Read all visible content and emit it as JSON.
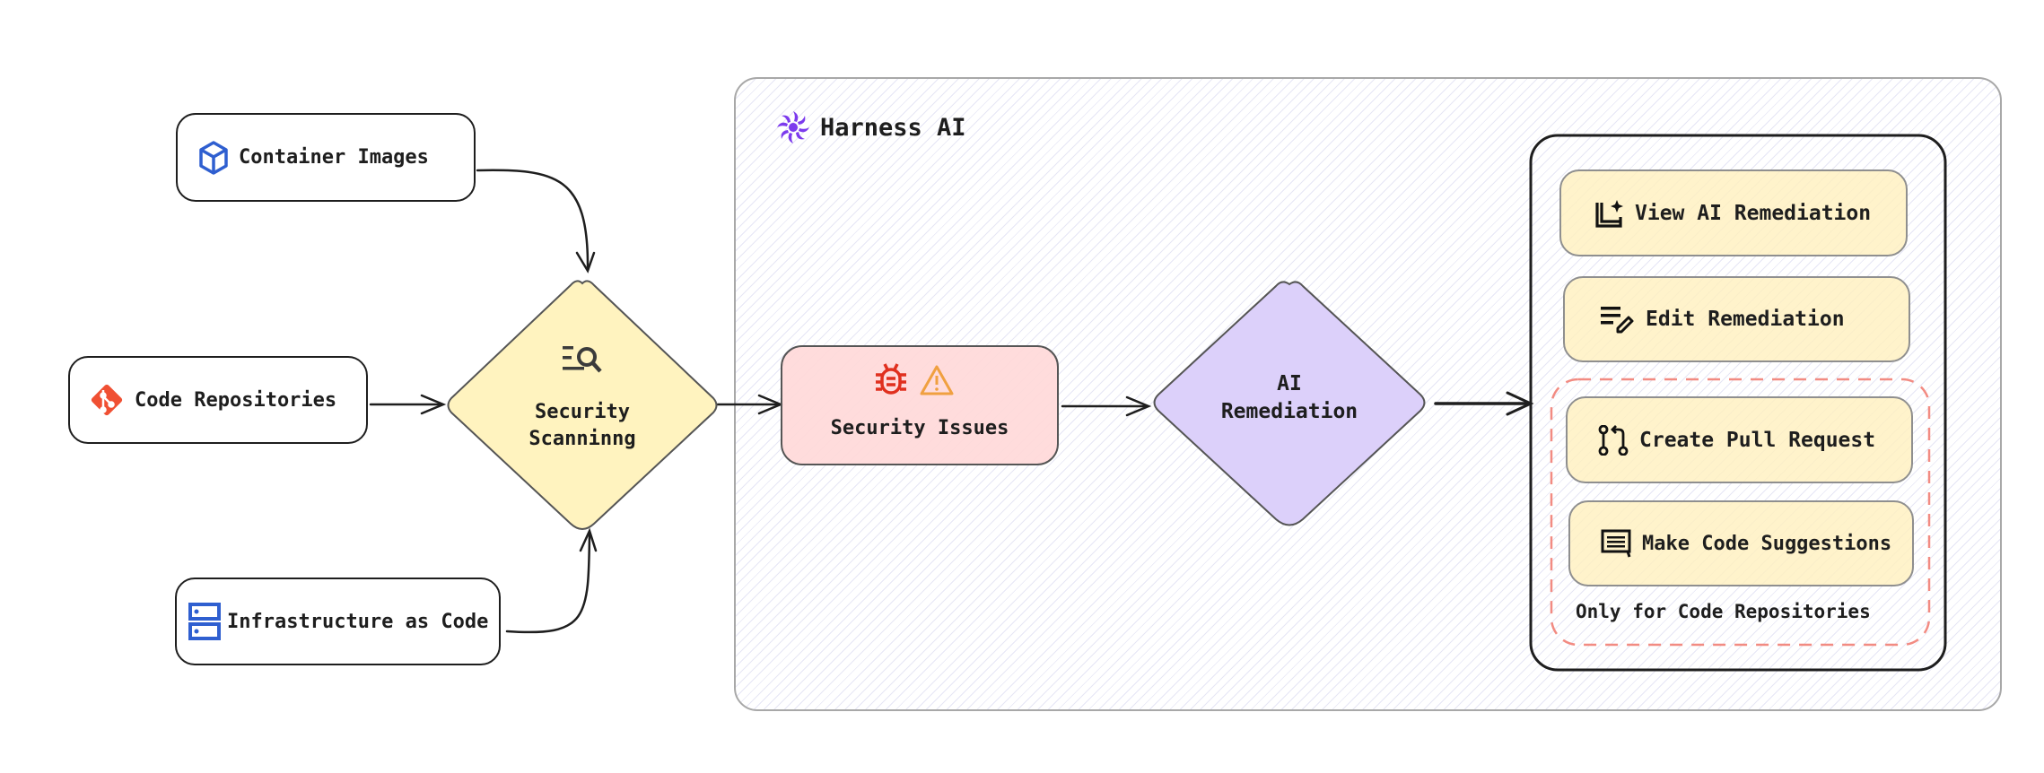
{
  "sources": [
    {
      "label": "Container Images",
      "icon": "box-icon",
      "color": "#2f5fd0"
    },
    {
      "label": "Code Repositories",
      "icon": "git-icon",
      "color": "#f05033"
    },
    {
      "label": "Infrastructure as Code",
      "icon": "server-icon",
      "color": "#2f5fd0"
    }
  ],
  "scanning": {
    "label_line1": "Security",
    "label_line2": "Scanninng",
    "icon": "scan-search-icon",
    "fill": "#fff3bf"
  },
  "group": {
    "title": "Harness AI",
    "icon": "harness-logo-icon",
    "accent": "#7c3aed"
  },
  "issues": {
    "label": "Security Issues",
    "icons": [
      "bug-icon",
      "warning-icon"
    ],
    "fill": "#ffd8d8"
  },
  "remediation": {
    "label_line1": "AI",
    "label_line2": "Remediation",
    "fill": "#dcd0fa"
  },
  "actions": [
    {
      "label": "View AI Remediation",
      "icon": "ai-document-icon"
    },
    {
      "label": "Edit Remediation",
      "icon": "edit-lines-icon"
    },
    {
      "label": "Create Pull Request",
      "icon": "pull-request-icon"
    },
    {
      "label": "Make Code Suggestions",
      "icon": "comment-icon"
    }
  ],
  "code_repo_only_note": "Only for Code Repositories"
}
